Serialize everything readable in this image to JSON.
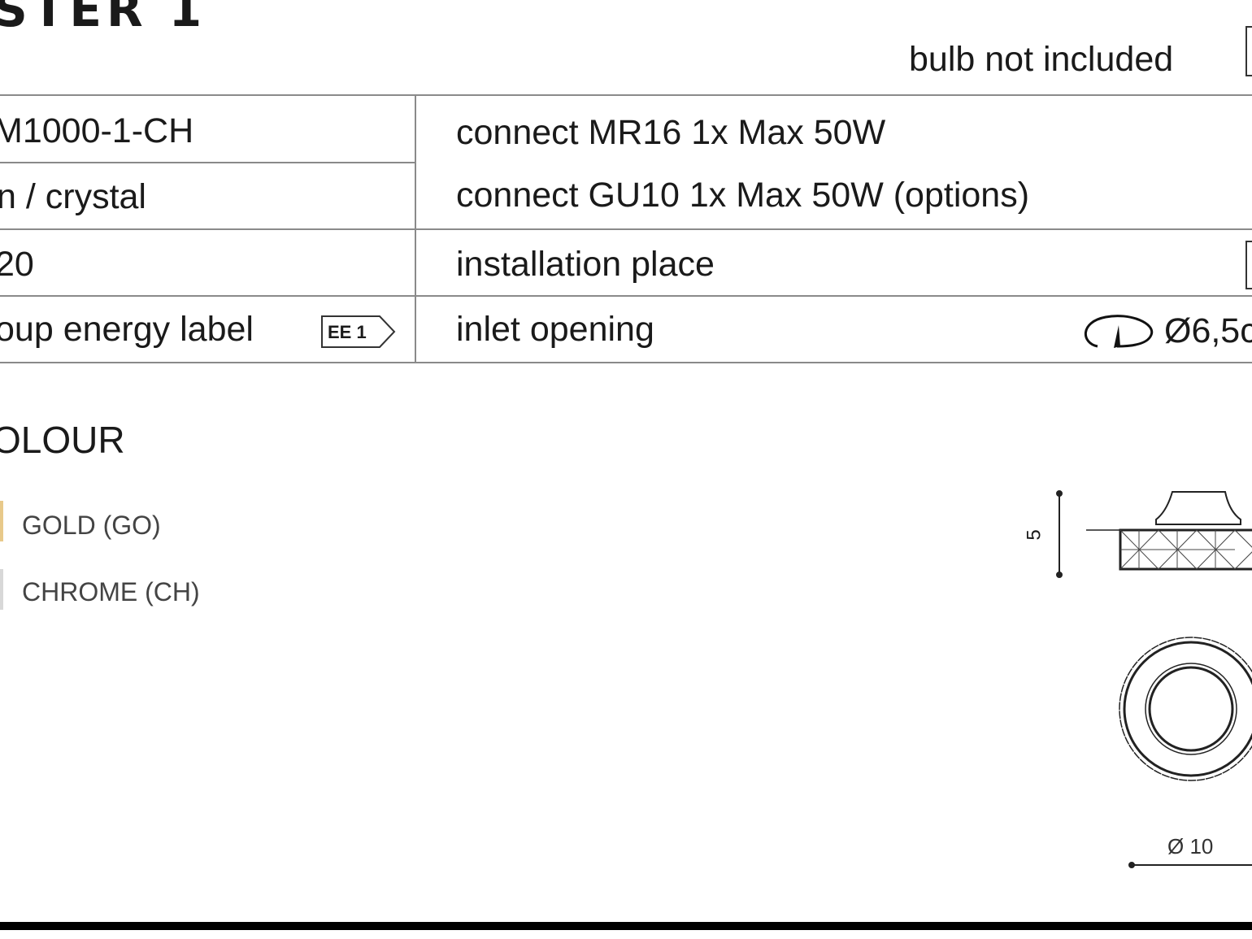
{
  "header": {
    "title": "STER 1",
    "bulb_note": "bulb not included"
  },
  "spec_table": {
    "left": [
      {
        "value": "M1000-1-CH"
      },
      {
        "value": "n / crystal"
      },
      {
        "value": "20"
      },
      {
        "value": "oup energy label",
        "badge": "EE 1"
      }
    ],
    "right": {
      "connect_1": "connect MR16 1x Max 50W",
      "connect_2": "connect GU10 1x Max 50W (options)",
      "installation": "installation place",
      "inlet": "inlet opening",
      "inlet_value": "Ø6,5c"
    }
  },
  "colour": {
    "heading": "OLOUR",
    "options": [
      {
        "label": "GOLD (GO)",
        "color": "#e8c98a"
      },
      {
        "label": "CHROME (CH)",
        "color": "#d8d8d8"
      }
    ]
  },
  "drawing": {
    "height_label": "5",
    "diameter_label": "Ø 10"
  }
}
